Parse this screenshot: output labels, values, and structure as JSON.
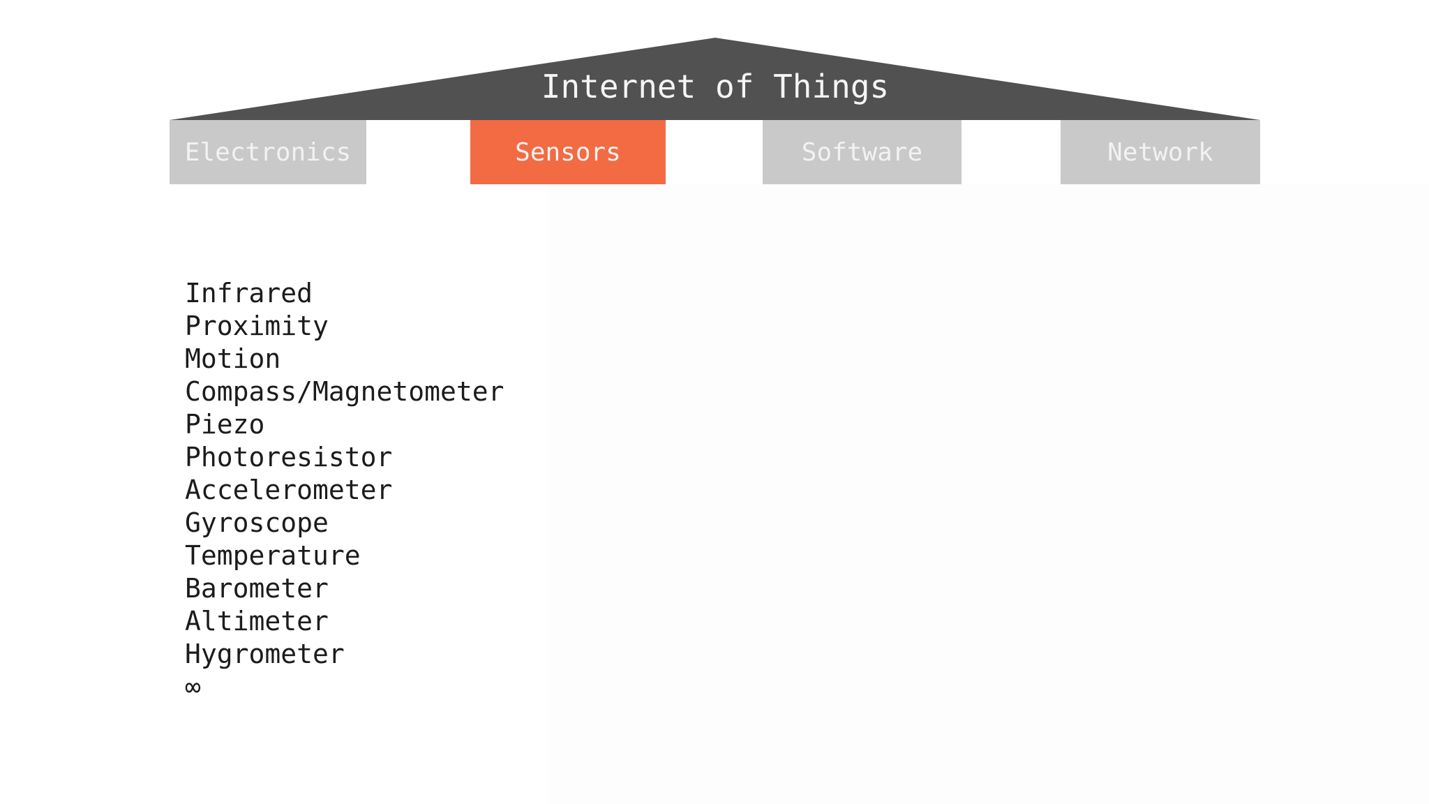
{
  "diagram": {
    "title": "Internet of Things",
    "active_tab": "Sensors",
    "tabs": [
      {
        "label": "Electronics",
        "active": false
      },
      {
        "label": "Sensors",
        "active": true
      },
      {
        "label": "Software",
        "active": false
      },
      {
        "label": "Network",
        "active": false
      }
    ],
    "sensors": [
      "Infrared",
      "Proximity",
      "Motion",
      "Compass/Magnetometer",
      "Piezo",
      "Photoresistor",
      "Accelerometer",
      "Gyroscope",
      "Temperature",
      "Barometer",
      "Altimeter",
      "Hygrometer",
      "∞"
    ],
    "colors": {
      "background": "#ffffff",
      "panel_tint": "#fdfdfd",
      "roof": "#515151",
      "title_text": "#f5f5f5",
      "tab_inactive": "#c9c9c9",
      "tab_active": "#f26b43",
      "tab_text": "#f2f2f2",
      "list_text": "#1c1c1c"
    }
  }
}
